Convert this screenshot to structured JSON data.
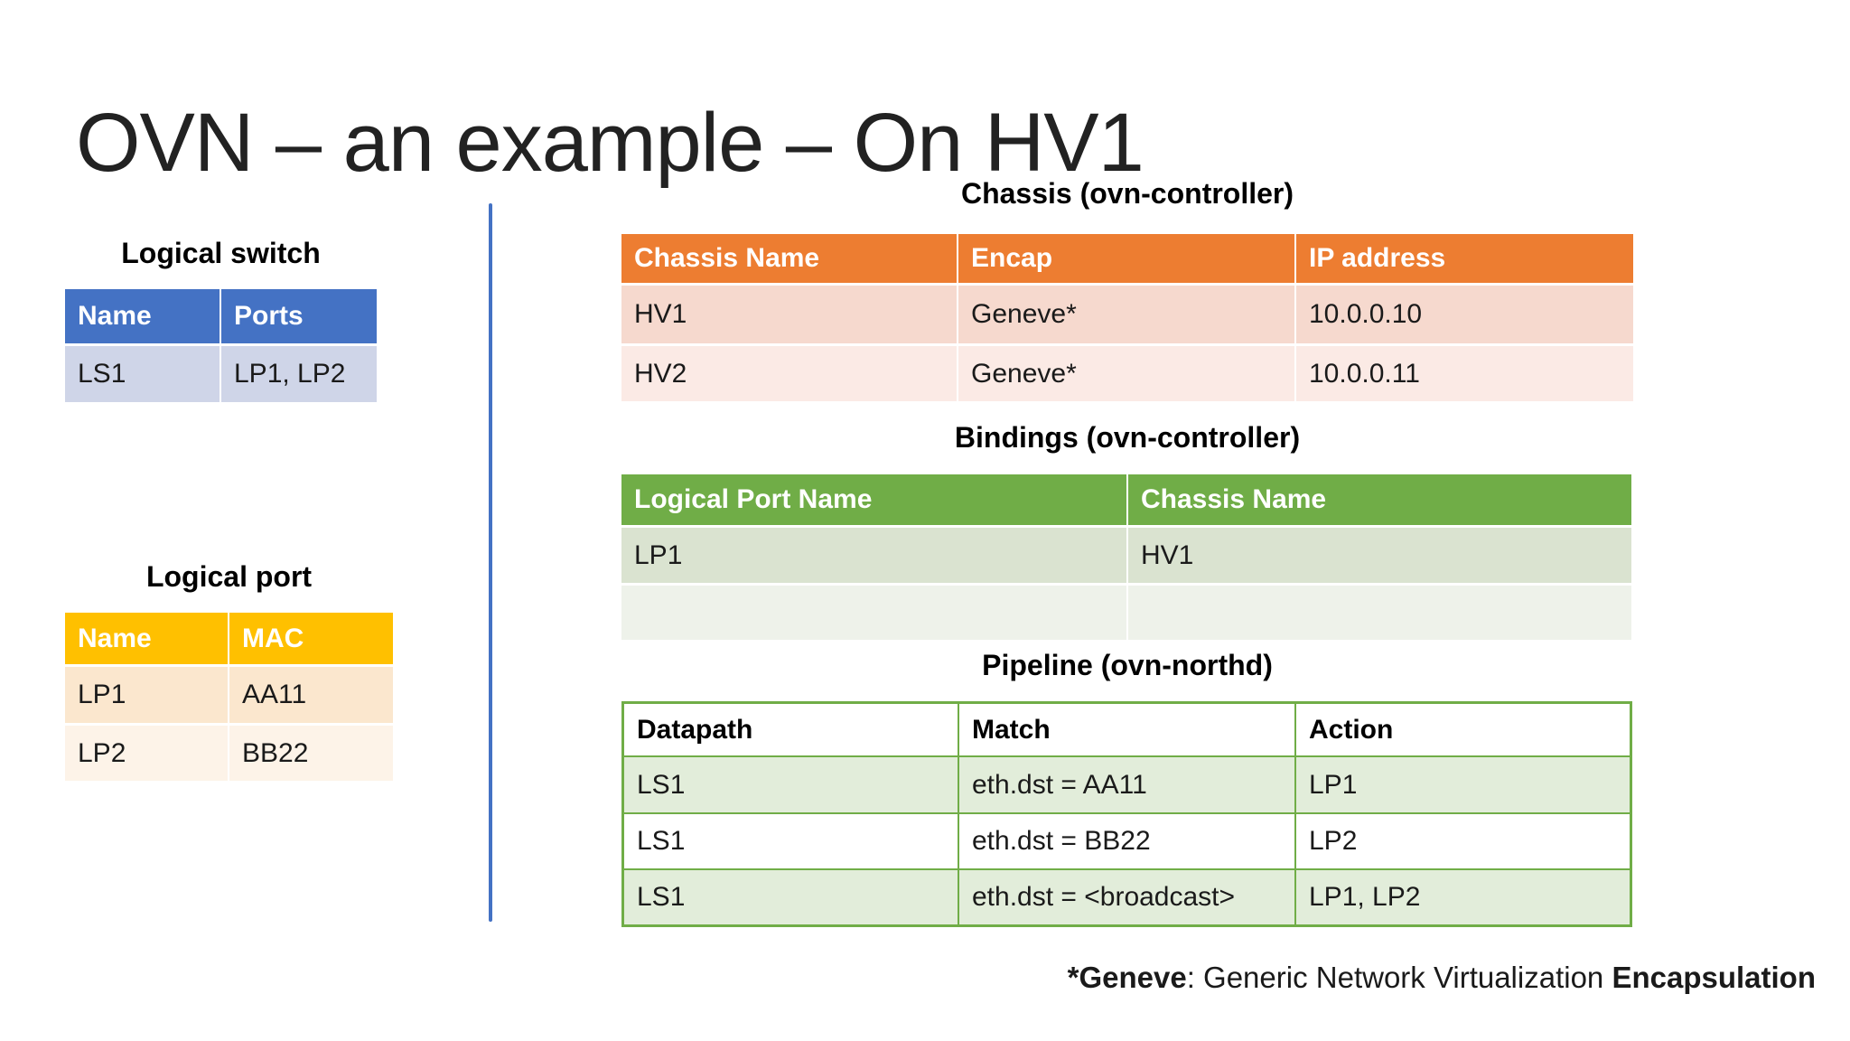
{
  "title": "OVN – an example – On HV1",
  "colors": {
    "accent_blue": "#4472C4",
    "accent_orange": "#ED7D31",
    "accent_gold": "#FFC000",
    "accent_green": "#70AD47"
  },
  "tables": {
    "logical_switch": {
      "title": "Logical switch",
      "headers": [
        "Name",
        "Ports"
      ],
      "rows": [
        [
          "LS1",
          "LP1, LP2"
        ]
      ]
    },
    "logical_port": {
      "title": "Logical port",
      "headers": [
        "Name",
        "MAC"
      ],
      "rows": [
        [
          "LP1",
          "AA11"
        ],
        [
          "LP2",
          "BB22"
        ]
      ]
    },
    "chassis": {
      "title": "Chassis (ovn-controller)",
      "headers": [
        "Chassis Name",
        "Encap",
        "IP address"
      ],
      "rows": [
        [
          "HV1",
          "Geneve*",
          "10.0.0.10"
        ],
        [
          "HV2",
          "Geneve*",
          "10.0.0.11"
        ]
      ]
    },
    "bindings": {
      "title": "Bindings (ovn-controller)",
      "headers": [
        "Logical Port Name",
        "Chassis Name"
      ],
      "rows": [
        [
          "LP1",
          "HV1"
        ],
        [
          "",
          ""
        ]
      ]
    },
    "pipeline": {
      "title": "Pipeline (ovn-northd)",
      "headers": [
        "Datapath",
        "Match",
        "Action"
      ],
      "rows": [
        [
          "LS1",
          "eth.dst = AA11",
          "LP1"
        ],
        [
          "LS1",
          "eth.dst = BB22",
          "LP2"
        ],
        [
          "LS1",
          "eth.dst = <broadcast>",
          "LP1, LP2"
        ]
      ]
    }
  },
  "footnote": {
    "term": "*Geneve",
    "definition": ": Generic Network Virtualization ",
    "emphasis": "Encapsulation"
  }
}
